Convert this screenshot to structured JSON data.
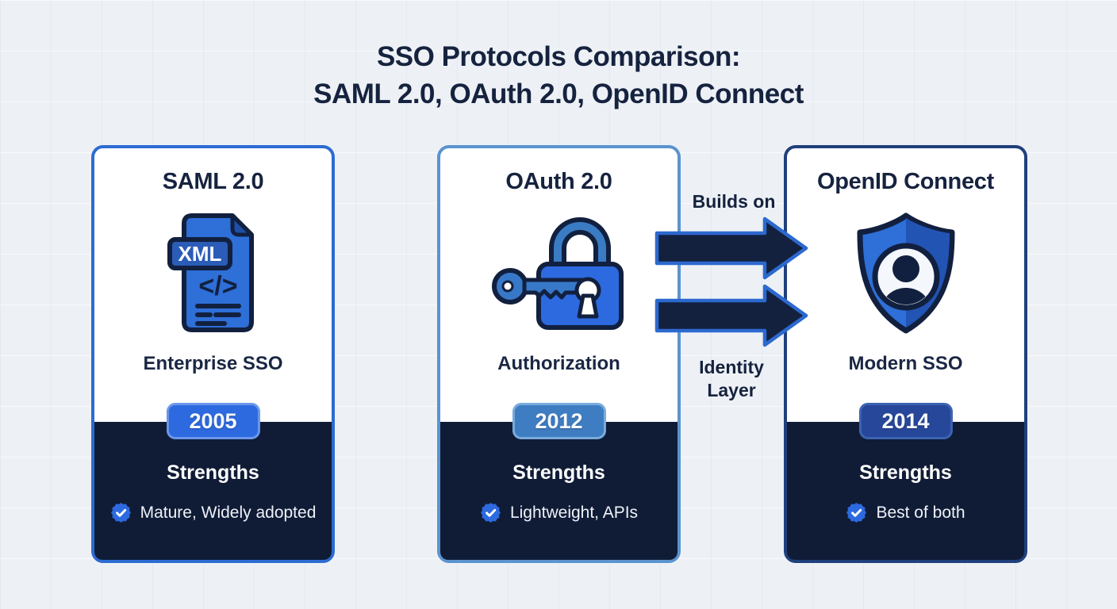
{
  "title": {
    "line1": "SSO Protocols Comparison:",
    "line2": "SAML 2.0, OAuth 2.0, OpenID Connect"
  },
  "connector": {
    "top_label": "Builds on",
    "bottom_label": "Identity Layer"
  },
  "cards": [
    {
      "name": "SAML 2.0",
      "icon": "xml-document-icon",
      "subtitle": "Enterprise SSO",
      "year": "2005",
      "section_title": "Strengths",
      "strength": "Mature, Widely adopted",
      "accent": "#2c6bd2",
      "badge_color": "#2d6ae0",
      "badge_border": "#6b97ea"
    },
    {
      "name": "OAuth 2.0",
      "icon": "lock-and-key-icon",
      "subtitle": "Authorization",
      "year": "2012",
      "section_title": "Strengths",
      "strength": "Lightweight, APIs",
      "accent": "#5b93cf",
      "badge_color": "#3f7dc2",
      "badge_border": "#79abdc"
    },
    {
      "name": "OpenID Connect",
      "icon": "shield-user-icon",
      "subtitle": "Modern SSO",
      "year": "2014",
      "section_title": "Strengths",
      "strength": "Best of both",
      "accent": "#20407c",
      "badge_color": "#27489a",
      "badge_border": "#3c63b2"
    }
  ],
  "colors": {
    "background": "#edf1f6",
    "heading_text": "#16233f",
    "panel_dark": "#101c36",
    "arrow_fill": "#13213f",
    "arrow_stroke": "#2c69cf",
    "check_seal": "#2d6ae0"
  }
}
